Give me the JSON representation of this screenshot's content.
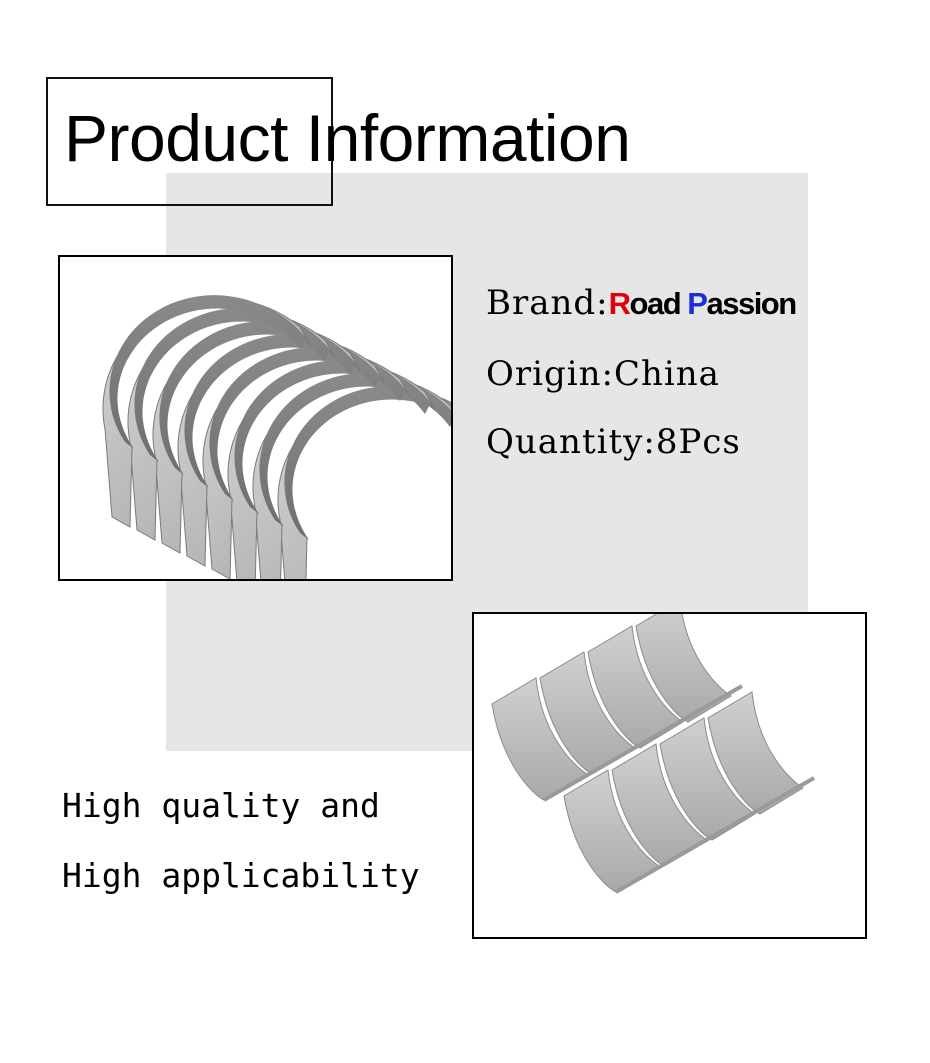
{
  "title": "Product Information",
  "info": {
    "brand_label": "Brand:",
    "brand_first_initial": "R",
    "brand_first_rest": "oad",
    "brand_second_initial": "P",
    "brand_second_rest": "assion",
    "origin_label": "Origin:",
    "origin_value": "China",
    "quantity_label": "Quantity:",
    "quantity_value": "8Pcs"
  },
  "tagline": {
    "line1": "High quality and",
    "line2": "High applicability"
  },
  "images": {
    "stacked_bearings": "engine-bearing-shells-stack",
    "paired_bearings": "engine-bearing-shells-two-rows"
  },
  "colors": {
    "brand_red": "#e0000f",
    "brand_blue": "#1a2fd6",
    "panel_gray": "#e6e6e6",
    "bearing_metal": "#b8b8b8"
  }
}
